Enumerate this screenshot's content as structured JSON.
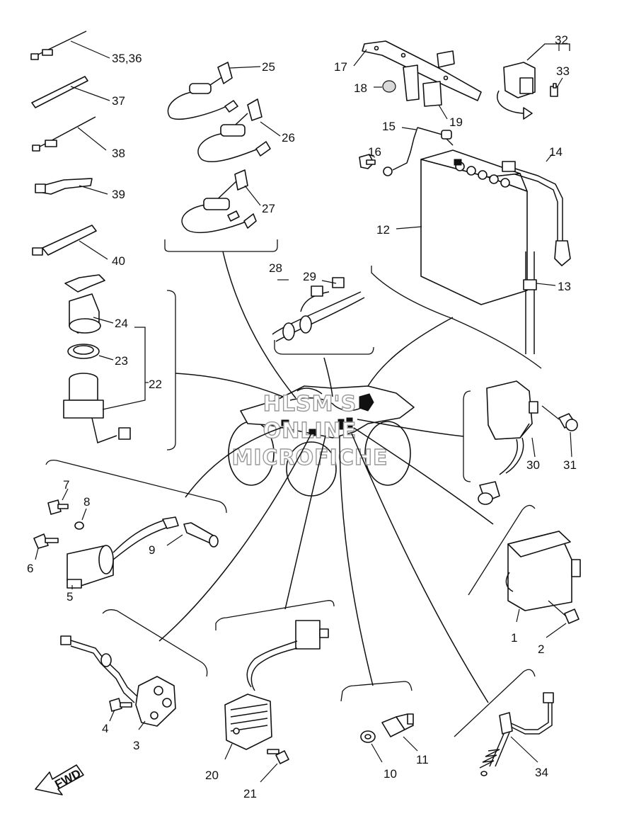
{
  "diagram": {
    "callouts": {
      "p1": "1",
      "p2": "2",
      "p3": "3",
      "p4": "4",
      "p5": "5",
      "p6": "6",
      "p7": "7",
      "p8": "8",
      "p9": "9",
      "p10": "10",
      "p11": "11",
      "p12": "12",
      "p13": "13",
      "p14": "14",
      "p15": "15",
      "p16": "16",
      "p17": "17",
      "p18": "18",
      "p19": "19",
      "p20": "20",
      "p21": "21",
      "p22": "22",
      "p23": "23",
      "p24": "24",
      "p25": "25",
      "p26": "26",
      "p27": "27",
      "p28": "28",
      "p29": "29",
      "p30": "30",
      "p31": "31",
      "p32": "32",
      "p33": "33",
      "p34": "34",
      "p35_36": "35,36",
      "p37": "37",
      "p38": "38",
      "p39": "39",
      "p40": "40"
    },
    "watermark": {
      "line1": "HLSM'S",
      "line2": "ONLINE",
      "line3": "MICROFICHE"
    },
    "fwd_arrow": "FWD"
  },
  "colors": {
    "ink": "#111111",
    "watermark_outline": "#9a9a9a",
    "background": "#ffffff"
  }
}
